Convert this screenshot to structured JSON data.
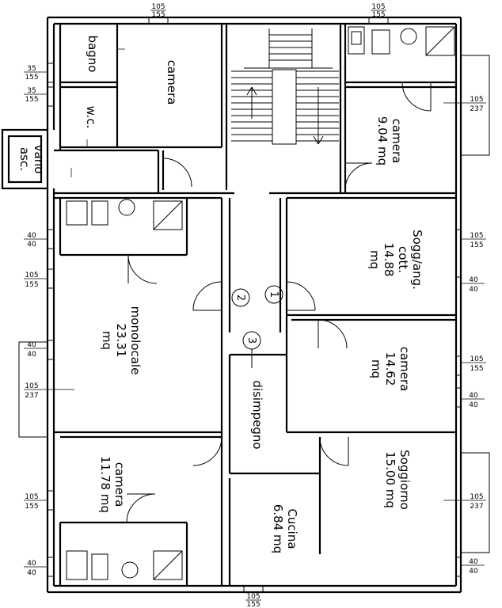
{
  "rooms": {
    "bagno": "bagno",
    "camera_top": "camera",
    "wc": "w.c.",
    "vano_line1": "vano",
    "vano_line2": "asc.",
    "camera_ne_name": "camera",
    "camera_ne_area": "9.04 mq",
    "sogg_name1": "Sogg/ang.",
    "sogg_name2": "cott.",
    "sogg_area": "14.88",
    "sogg_unit": "mq",
    "monolocale_name": "monolocale",
    "monolocale_area": "23.31",
    "monolocale_unit": "mq",
    "camera_e_name": "camera",
    "camera_e_area": "14.62",
    "camera_e_unit": "mq",
    "disimpegno": "disimpegno",
    "soggiorno_name": "Soggiorno",
    "soggiorno_area": "15.00 mq",
    "cucina_name": "Cucina",
    "cucina_area": "6.84 mq",
    "camera_sw_name": "camera",
    "camera_sw_area": "11.78 mq"
  },
  "units": [
    "1",
    "2",
    "3"
  ],
  "dims": {
    "d105": "105",
    "d155": "155",
    "d35": "35",
    "d40": "40",
    "d237": "237"
  }
}
